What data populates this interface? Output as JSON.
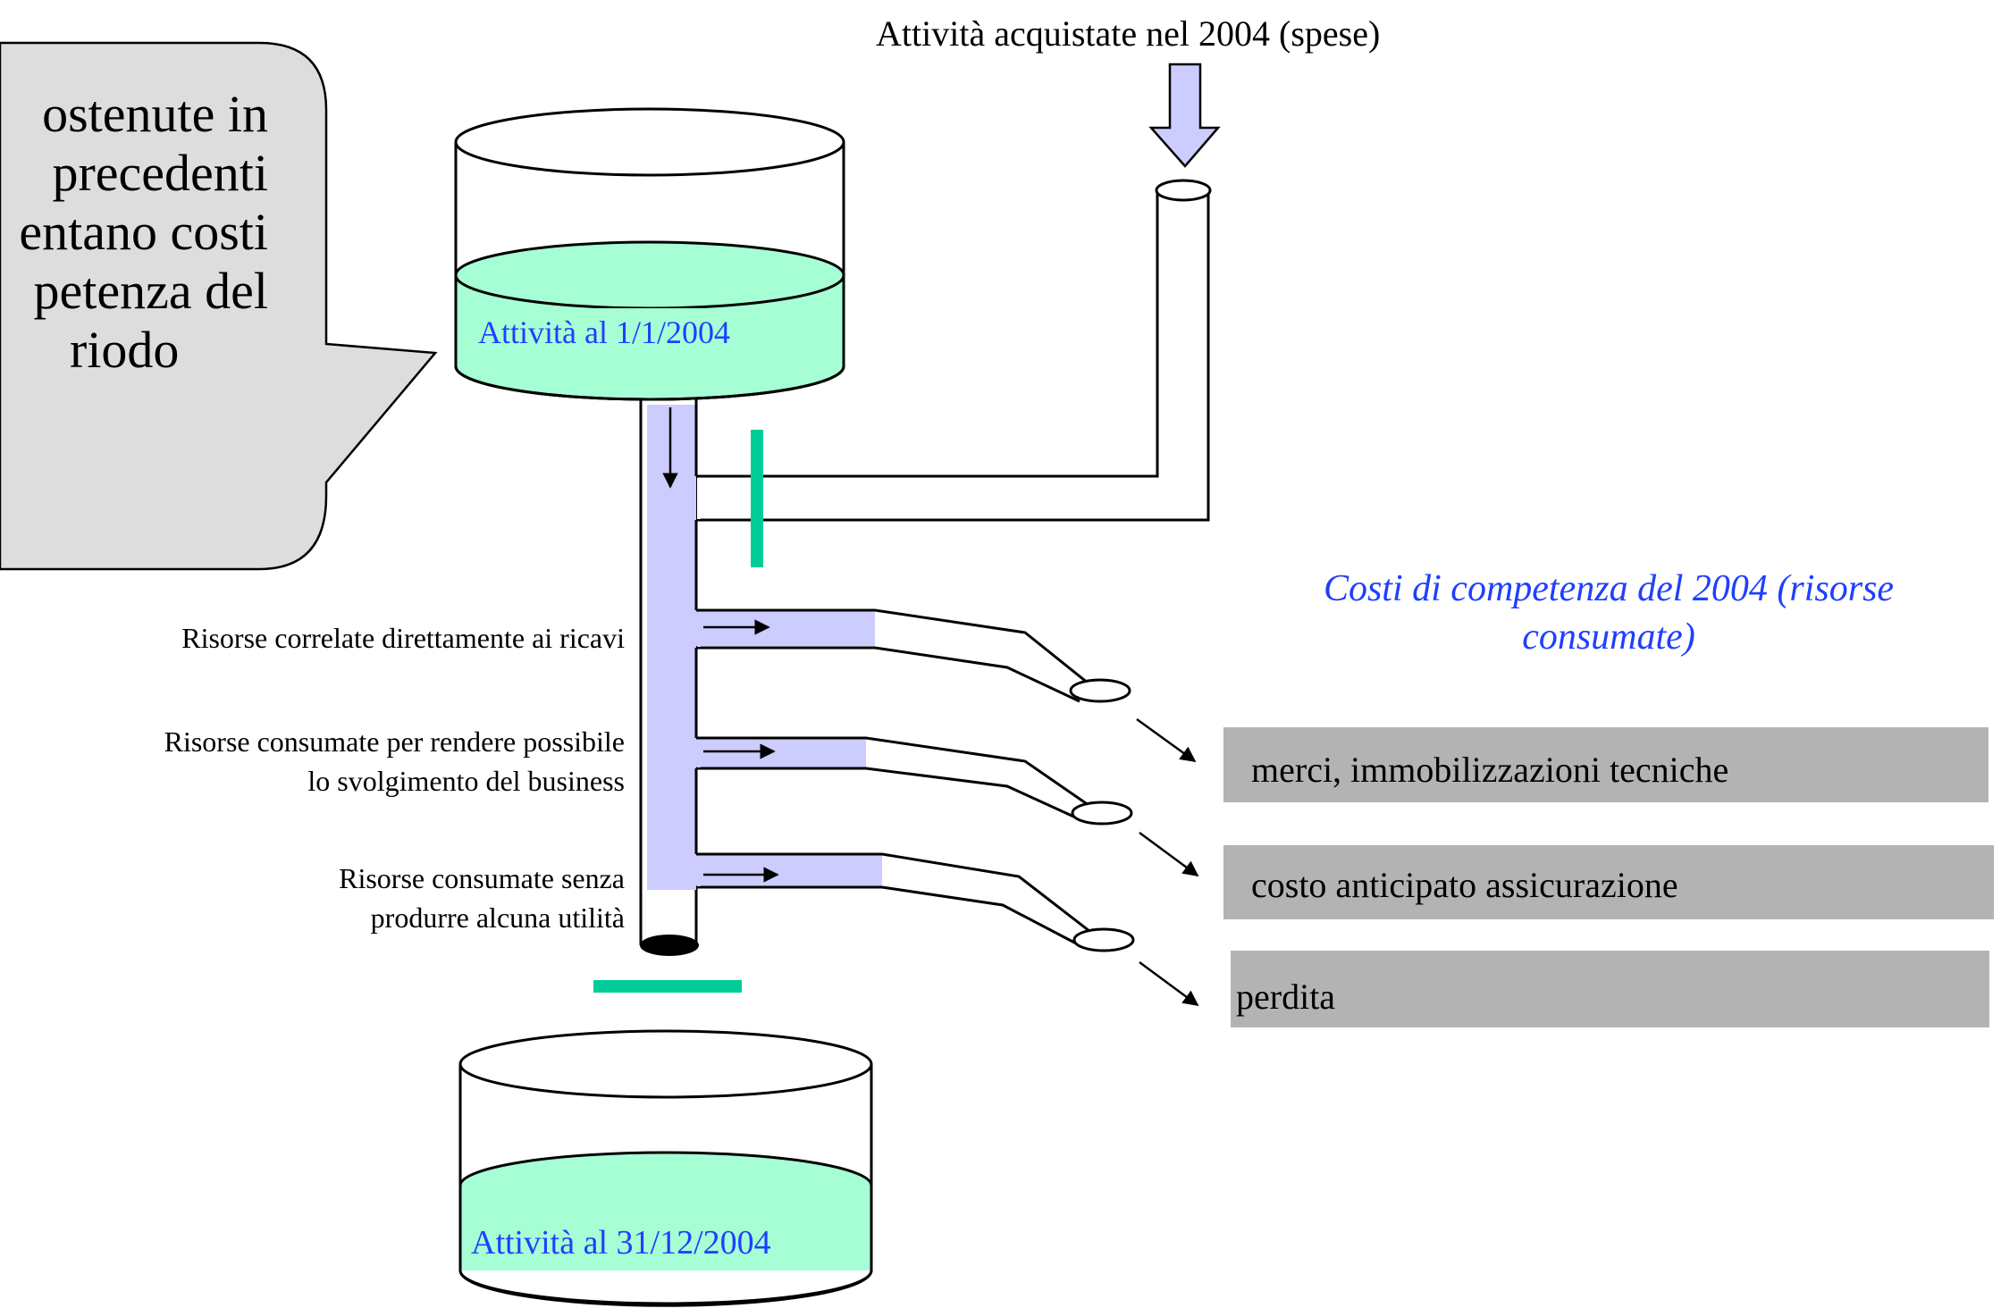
{
  "callout": {
    "lines": [
      "ostenute in",
      "precedenti",
      "entano costi",
      "petenza del",
      "riodo"
    ]
  },
  "top_label": "Attività acquistate nel 2004 (spese)",
  "tank_top_label": "Attività al 1/1/2004",
  "tank_bottom_label": "Attività al 31/12/2004",
  "costs_heading": "Costi di competenza del 2004 (risorse consumate)",
  "outlets": [
    {
      "lines": [
        "Risorse correlate direttamente ai ricavi"
      ]
    },
    {
      "lines": [
        "Risorse consumate per rendere possibile",
        "lo svolgimento del business"
      ]
    },
    {
      "lines": [
        "Risorse consumate senza",
        "produrre alcuna utilità"
      ]
    }
  ],
  "result_boxes": [
    {
      "label": "merci, immobilizzazioni tecniche"
    },
    {
      "label": "costo anticipato assicurazione"
    },
    {
      "label": "perdita"
    }
  ],
  "colors": {
    "liquid": "#a6ffd4",
    "flow": "#ccccff",
    "teal_bar": "#00cc99",
    "box_gray": "#b3b3b3",
    "callout_fill": "#dddddd",
    "blue_text": "#1f3fff"
  }
}
